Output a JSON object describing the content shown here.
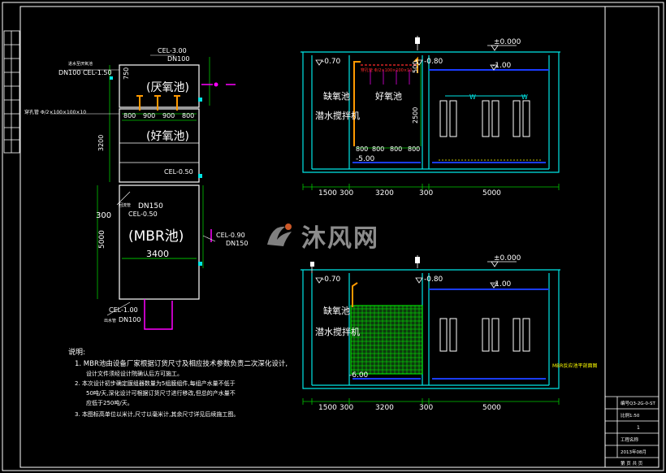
{
  "plan": {
    "anoxic_label": "(厌氧池)",
    "aerobic_label": "(好氧池)",
    "mbr_label": "(MBR池)",
    "cel_3": "CEL-3.00",
    "dn100_a": "DN100",
    "pipe_label_1": "DN100 CEL-1.50",
    "inlet_note": "进水至厌氧池",
    "perforated": "穿孔管 Φ/2×100×100×10",
    "d750": "750",
    "d800a": "800",
    "d900a": "900",
    "d900b": "900",
    "d800b": "800",
    "d3200": "3200",
    "cel_050": "CEL-0.50",
    "dn150_a": "DN150",
    "cel_050b": "CEL-0.50",
    "d300": "300",
    "cel_090": "CEL-0.90",
    "dn150_b": "DN150",
    "d5000": "5000",
    "d3400": "3400",
    "cel_100": "CEL-1.00",
    "dn100_b": "DN100",
    "return_label": "回流管",
    "outlet_label": "出水管"
  },
  "section_top": {
    "elev_0": "±0.000",
    "m070": "-0.70",
    "m080": "-0.80",
    "m100": "-1.00",
    "anoxic": "缺氧池",
    "mixer": "潜水搅拌机",
    "aerobic": "好氧池",
    "pipe_note": "穿孔管 Φ/2×100×100×10",
    "d500": "500",
    "d2500": "2500",
    "m500": "-5.00",
    "d800": [
      "800",
      "800",
      "800",
      "800"
    ],
    "w_mark": "W",
    "dims": [
      "1500",
      "300",
      "3200",
      "300",
      "5000"
    ]
  },
  "section_bottom": {
    "elev_0": "±0.000",
    "m070": "-0.70",
    "m080": "-0.80",
    "m100": "-1.00",
    "anoxic": "缺氧池",
    "mixer": "潜水搅拌机",
    "m600": "-6.00",
    "dims": [
      "1500",
      "300",
      "3200",
      "300",
      "5000"
    ]
  },
  "notes": {
    "title": "说明:",
    "n1a": "1. MBR池由设备厂家根据订货尺寸及相应技术参数负责二次深化设计,",
    "n1b": "设计文件须经设计院确认后方可施工。",
    "n2a": "2. 本次设计初步确定膜组器数量为5组膜组件,每组产水量不低于",
    "n2b": "50吨/天,深化设计可根据订货尺寸进行移改,但总的产水量不",
    "n2c": "应低于250吨/天。",
    "n3": "3. 本图标高单位以米计,尺寸以毫米计,其余尺寸详见后续施工图。"
  },
  "title_block": {
    "legend_title": "MBR反应池平剖面图",
    "rows": [
      "编号Q3-2G-0-ST",
      "比例1:50",
      "1",
      "工程名称",
      "2013年08月"
    ],
    "footer": "第 页 共 页"
  },
  "watermark": {
    "text": "沐风网"
  },
  "colors": {
    "bg": "#000000",
    "wall": "#00e5e5",
    "dim": "#00c800",
    "text": "#ffffff",
    "accent": "#ff00ff",
    "water": "#1a3cff",
    "pipe": "#ff9900",
    "red": "#ff2a2a",
    "yellow": "#ffff00"
  }
}
